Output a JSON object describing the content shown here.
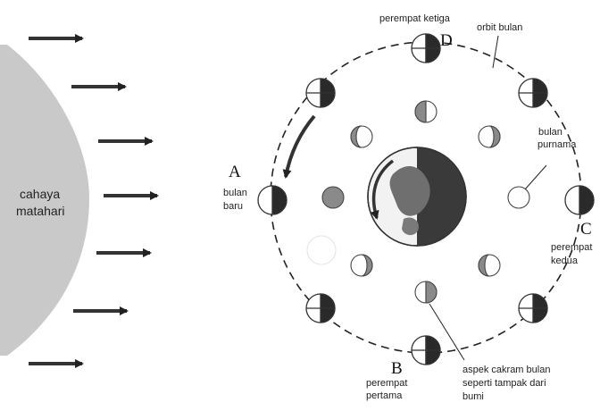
{
  "sun": {
    "label_line1": "cahaya",
    "label_line2": "matahari"
  },
  "labels": {
    "orbit": "orbit bulan",
    "third_quarter": "perempat ketiga",
    "letter_d": "D",
    "letter_a": "A",
    "new_moon_1": "bulan",
    "new_moon_2": "baru",
    "full_moon_1": "bulan",
    "full_moon_2": "purnama",
    "letter_c": "C",
    "second_quarter_1": "perempat",
    "second_quarter_2": "kedua",
    "letter_b": "B",
    "first_quarter_1": "perempat",
    "first_quarter_2": "pertama",
    "aspect_1": "aspek cakram bulan",
    "aspect_2": "seperti tampak dari",
    "aspect_3": "bumi"
  },
  "colors": {
    "sun": "#c9c9c9",
    "dark": "#2a2a2a",
    "shade": "#5a5a5a",
    "line": "#111111"
  }
}
